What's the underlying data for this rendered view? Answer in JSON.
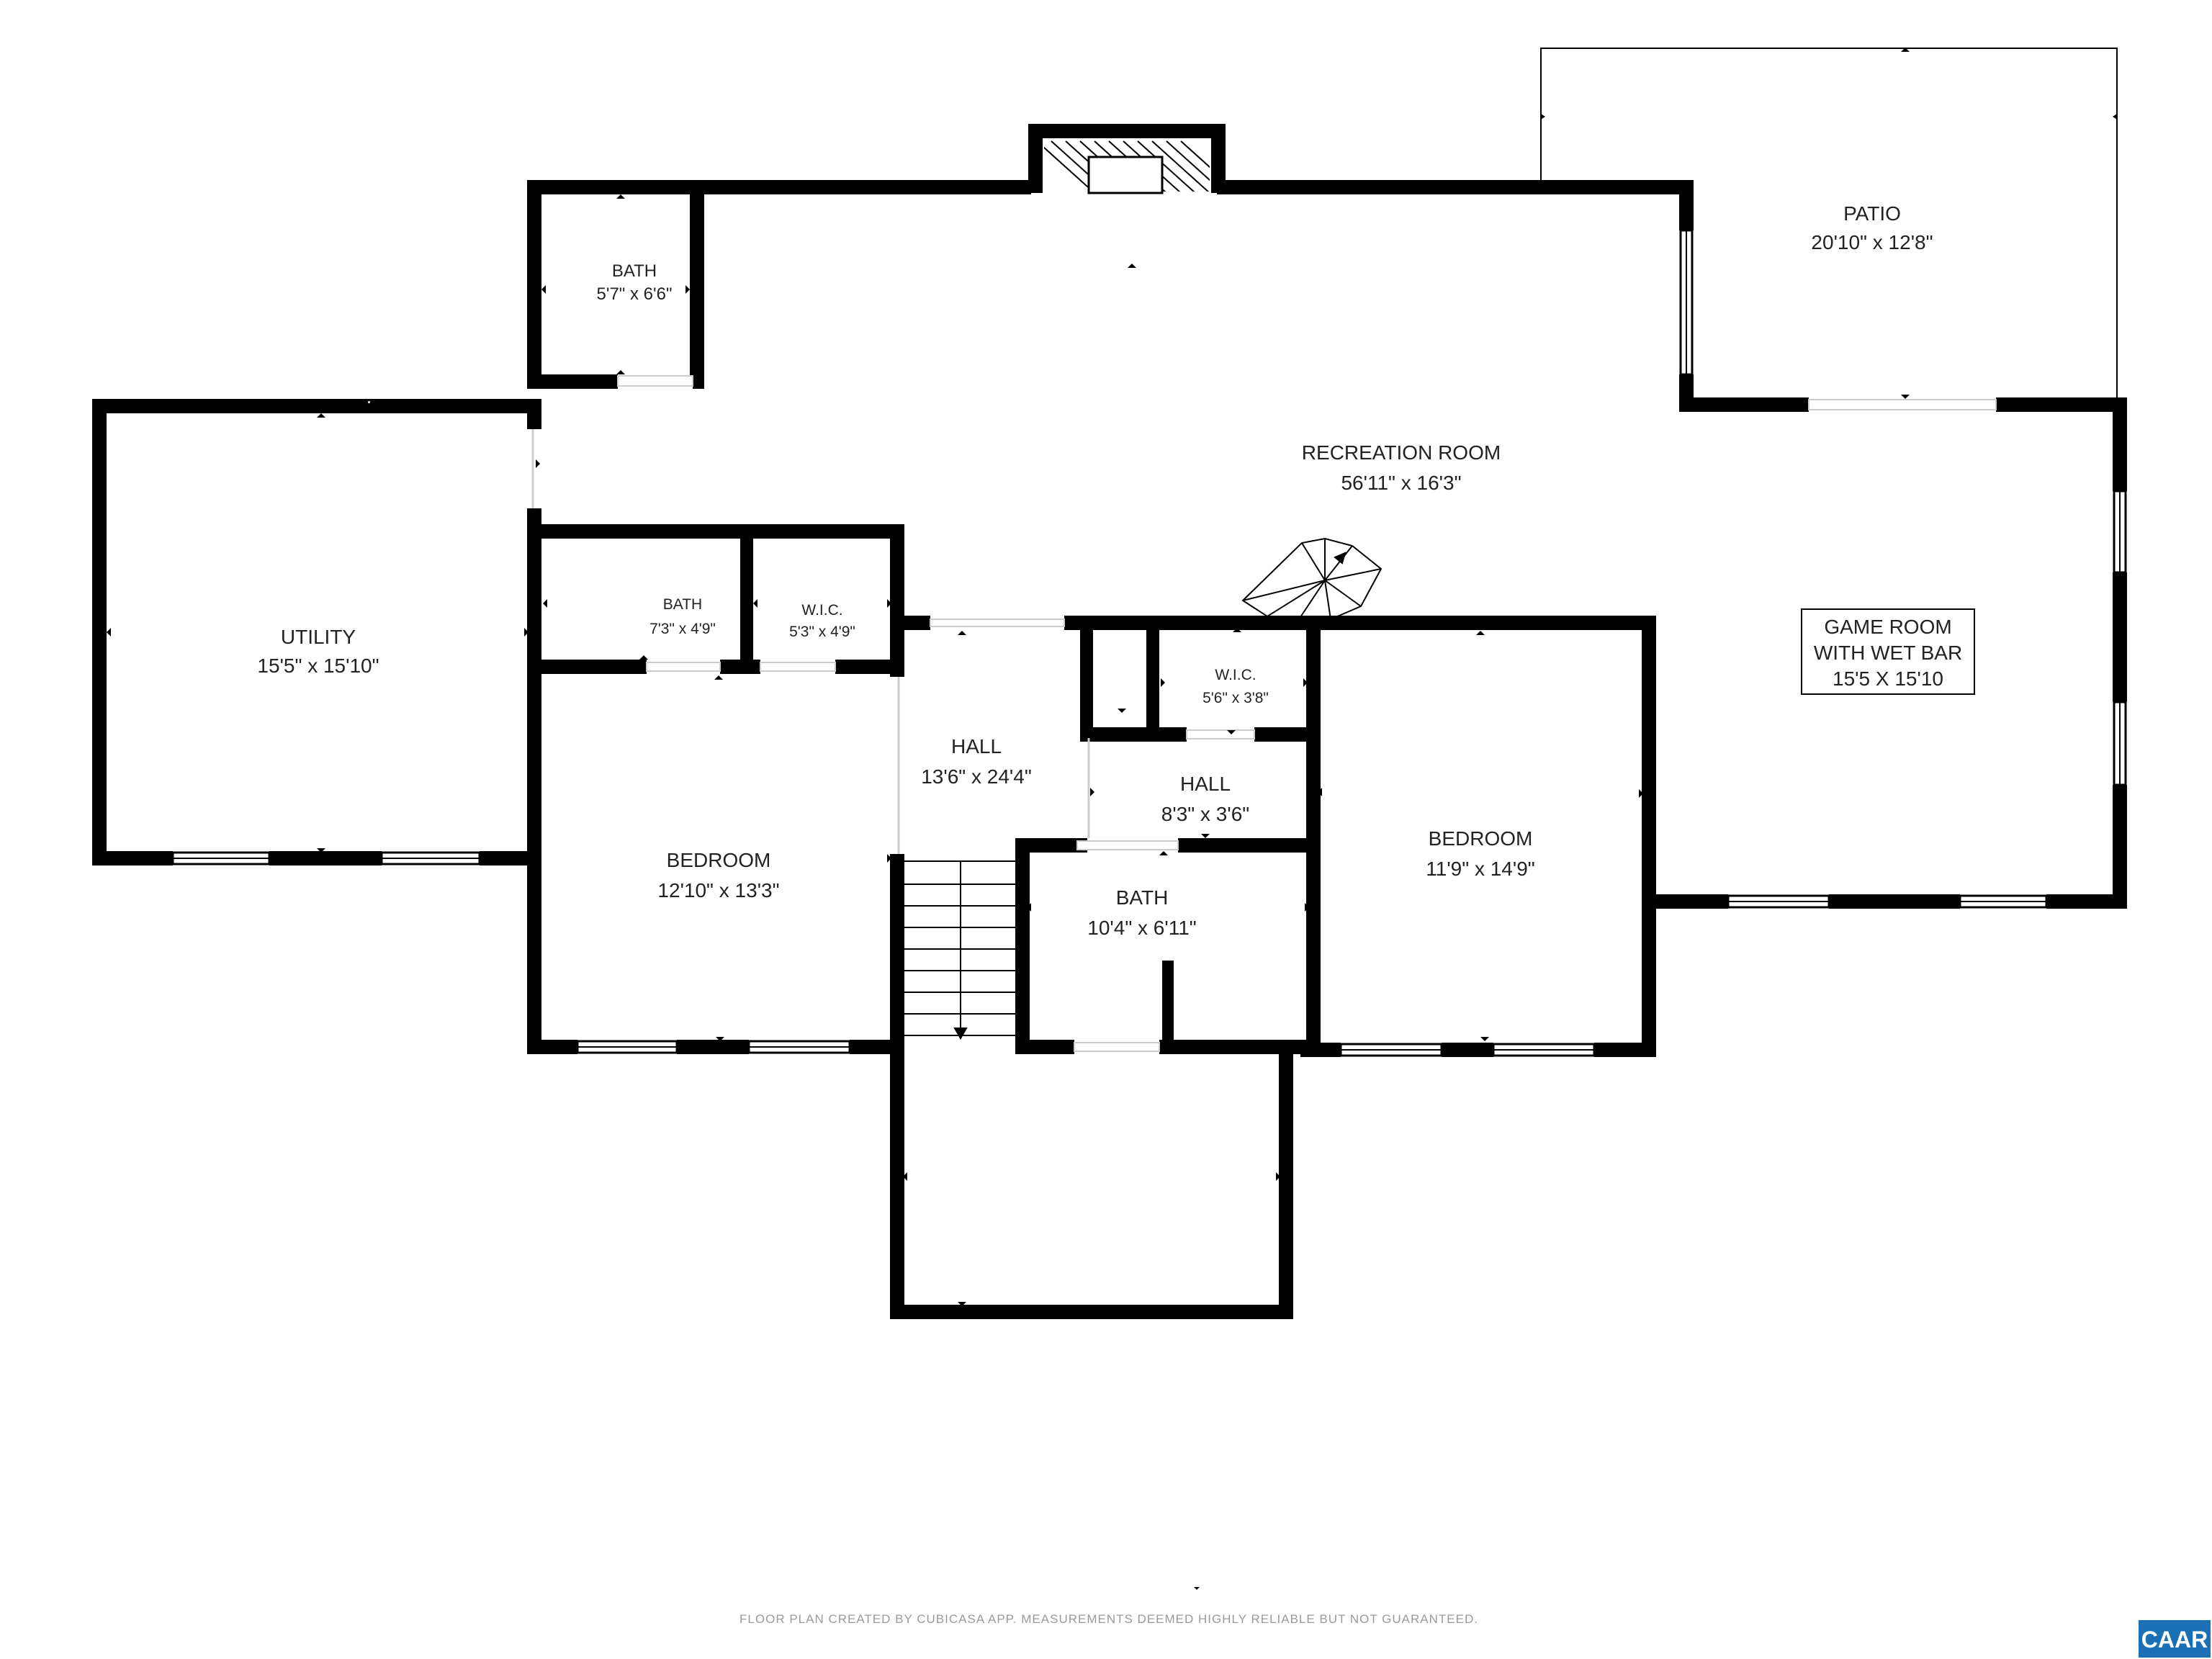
{
  "rooms": {
    "bath_upper": {
      "name": "BATH",
      "dims": "5'7\" x 6'6\""
    },
    "patio": {
      "name": "PATIO",
      "dims": "20'10\" x 12'8\""
    },
    "recreation": {
      "name": "RECREATION ROOM",
      "dims": "56'11\" x 16'3\""
    },
    "utility": {
      "name": "UTILITY",
      "dims": "15'5\" x 15'10\""
    },
    "bath_small": {
      "name": "BATH",
      "dims": "7'3\" x 4'9\""
    },
    "wic_left": {
      "name": "W.I.C.",
      "dims": "5'3\" x 4'9\""
    },
    "hall_main": {
      "name": "HALL",
      "dims": "13'6\" x 24'4\""
    },
    "wic_right": {
      "name": "W.I.C.",
      "dims": "5'6\" x 3'8\""
    },
    "hall_small": {
      "name": "HALL",
      "dims": "8'3\" x 3'6\""
    },
    "bedroom_left": {
      "name": "BEDROOM",
      "dims": "12'10\" x 13'3\""
    },
    "bath_center": {
      "name": "BATH",
      "dims": "10'4\" x 6'11\""
    },
    "bedroom_right": {
      "name": "BEDROOM",
      "dims": "11'9\" x 14'9\""
    }
  },
  "game_room_label": {
    "line1": "GAME ROOM",
    "line2": "WITH WET BAR",
    "line3": "15'5 X 15'10"
  },
  "footer": "FLOOR PLAN CREATED BY CUBICASA APP. MEASUREMENTS DEEMED HIGHLY RELIABLE BUT NOT GUARANTEED.",
  "logo": "CAAR",
  "colors": {
    "wall": "#000000",
    "logo_bg": "#1a6fb5"
  }
}
